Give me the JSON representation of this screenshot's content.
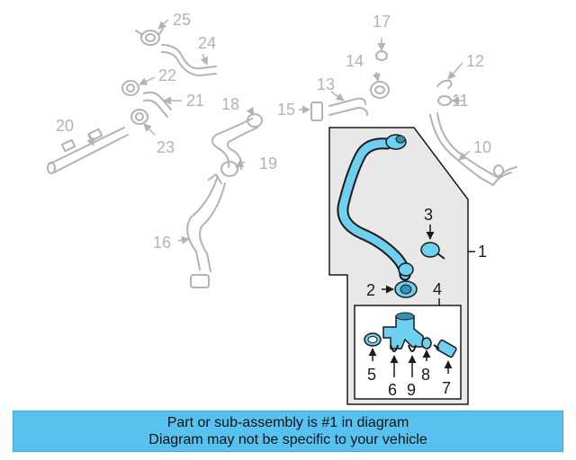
{
  "callouts": {
    "c1": "1",
    "c2": "2",
    "c3": "3",
    "c4": "4",
    "c5": "5",
    "c6": "6",
    "c7": "7",
    "c8": "8",
    "c9": "9",
    "c10": "10",
    "c11": "11",
    "c12": "12",
    "c13": "13",
    "c14": "14",
    "c15": "15",
    "c16": "16",
    "c17": "17",
    "c18": "18",
    "c19": "19",
    "c20": "20",
    "c21": "21",
    "c22": "22",
    "c23": "23",
    "c24": "24",
    "c25": "25"
  },
  "banner": {
    "line1": "Part or sub-assembly is #1 in diagram",
    "line2": "Diagram may not be specific to your vehicle"
  },
  "colors": {
    "highlight": "#6ed0f0",
    "banner_bg": "#57c2f0",
    "ghost_parts": "#b3b3b3",
    "outline": "#1a1a1a"
  }
}
